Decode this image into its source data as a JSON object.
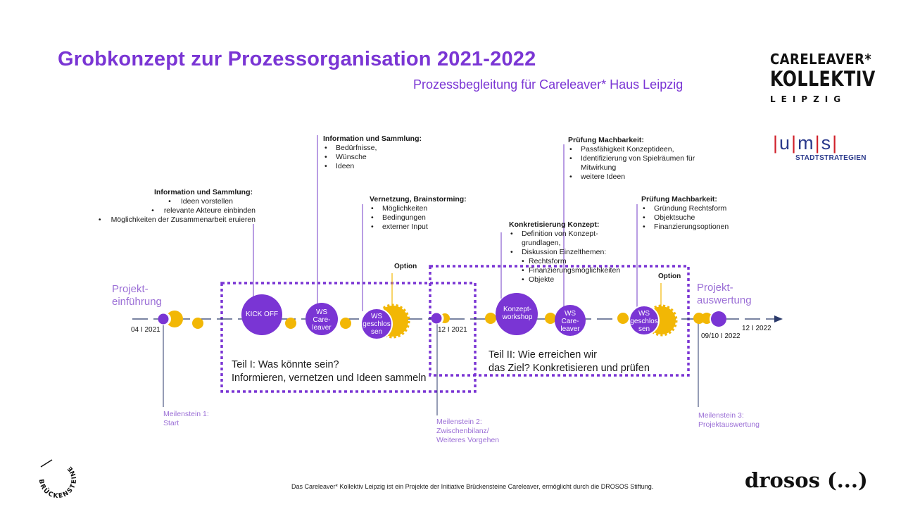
{
  "title": "Grobkonzept zur Prozessorganisation 2021-2022",
  "subtitle": "Prozessbegleitung  für Careleaver* Haus Leipzig",
  "logos": {
    "careleaver_line1": "CARELEAVER*",
    "careleaver_line2": "KOLLEKTIV",
    "careleaver_line3": "LEIPZIG",
    "ums_u": "u",
    "ums_m": "m",
    "ums_s": "s",
    "ums_sub": "STADTSTRATEGIEN",
    "drosos": "drosos (...)",
    "brueckensteine": "BRÜCKENSTEINE"
  },
  "phases": {
    "start_line1": "Projekt-",
    "start_line2": "einführung",
    "end_line1": "Projekt-",
    "end_line2": "auswertung"
  },
  "dates": {
    "d1": "04 I 2021",
    "d2": "12 I 2021",
    "d3": "09/10 I 2022",
    "d4": "12 I 2022"
  },
  "milestones": {
    "m1_line1": "Meilenstein 1:",
    "m1_line2": "Start",
    "m2_line1": "Meilenstein 2:",
    "m2_line2": "Zwischenbilanz/",
    "m2_line3": "Weiteres Vorgehen",
    "m3_line1": "Meilenstein 3:",
    "m3_line2": "Projektauswertung"
  },
  "nodes": {
    "kickoff": "KICK OFF",
    "ws_care_1": "WS",
    "ws_care_2": "Care-",
    "ws_care_3": "leaver",
    "ws_closed_1": "WS",
    "ws_closed_2": "geschlos",
    "ws_closed_3": "sen",
    "konzept_1": "Konzept-",
    "konzept_2": "workshop",
    "ws_care2_1": "WS",
    "ws_care2_2": "Care-",
    "ws_care2_3": "leaver",
    "ws_closed2_1": "WS",
    "ws_closed2_2": "geschlos",
    "ws_closed2_3": "sen"
  },
  "options": {
    "opt1": "Option",
    "opt2": "Option"
  },
  "parts": {
    "teil1_line1": "Teil I: Was könnte sein?",
    "teil1_line2": "Informieren, vernetzen und Ideen sammeln",
    "teil2_line1": "Teil II: Wie erreichen wir",
    "teil2_line2": "das Ziel? Konkretisieren und prüfen"
  },
  "boxes": {
    "b1": {
      "heading": "Information und Sammlung:",
      "items": [
        "Ideen vorstellen",
        "relevante Akteure einbinden",
        "Möglichkeiten der Zusammenarbeit eruieren"
      ]
    },
    "b2": {
      "heading": "Information und Sammlung:",
      "items": [
        "Bedürfnisse,",
        "Wünsche",
        "Ideen"
      ]
    },
    "b3": {
      "heading": "Vernetzung, Brainstorming:",
      "items": [
        "Möglichkeiten",
        "Bedingungen",
        "externer Input"
      ]
    },
    "b4": {
      "heading": "Konkretisierung Konzept:",
      "items": [
        "Definition von Konzept-",
        "grundlagen,",
        "Diskussion Einzelthemen:"
      ],
      "subitems": [
        "Rechtsform",
        "Finanzierungsmöglichkeiten",
        "Objekte"
      ]
    },
    "b5": {
      "heading": "Prüfung Machbarkeit:",
      "items": [
        "Passfähigkeit Konzeptideen,",
        "Identifizierung von Spielräumen für",
        "Mitwirkung",
        "weitere Ideen"
      ]
    },
    "b6": {
      "heading": "Prüfung Machbarkeit:",
      "items": [
        "Gründung Rechtsform",
        "Objektsuche",
        "Finanzierungsoptionen"
      ]
    }
  },
  "footer": "Das Careleaver* Kollektiv Leipzig ist ein Projekte der Initiative Brückensteine Careleaver, ermöglicht durch die DROSOS Stiftung.",
  "colors": {
    "purple": "#7a35d4",
    "light_purple": "#9b6fd6",
    "yellow": "#f2b705",
    "line": "#2b3a6b"
  }
}
